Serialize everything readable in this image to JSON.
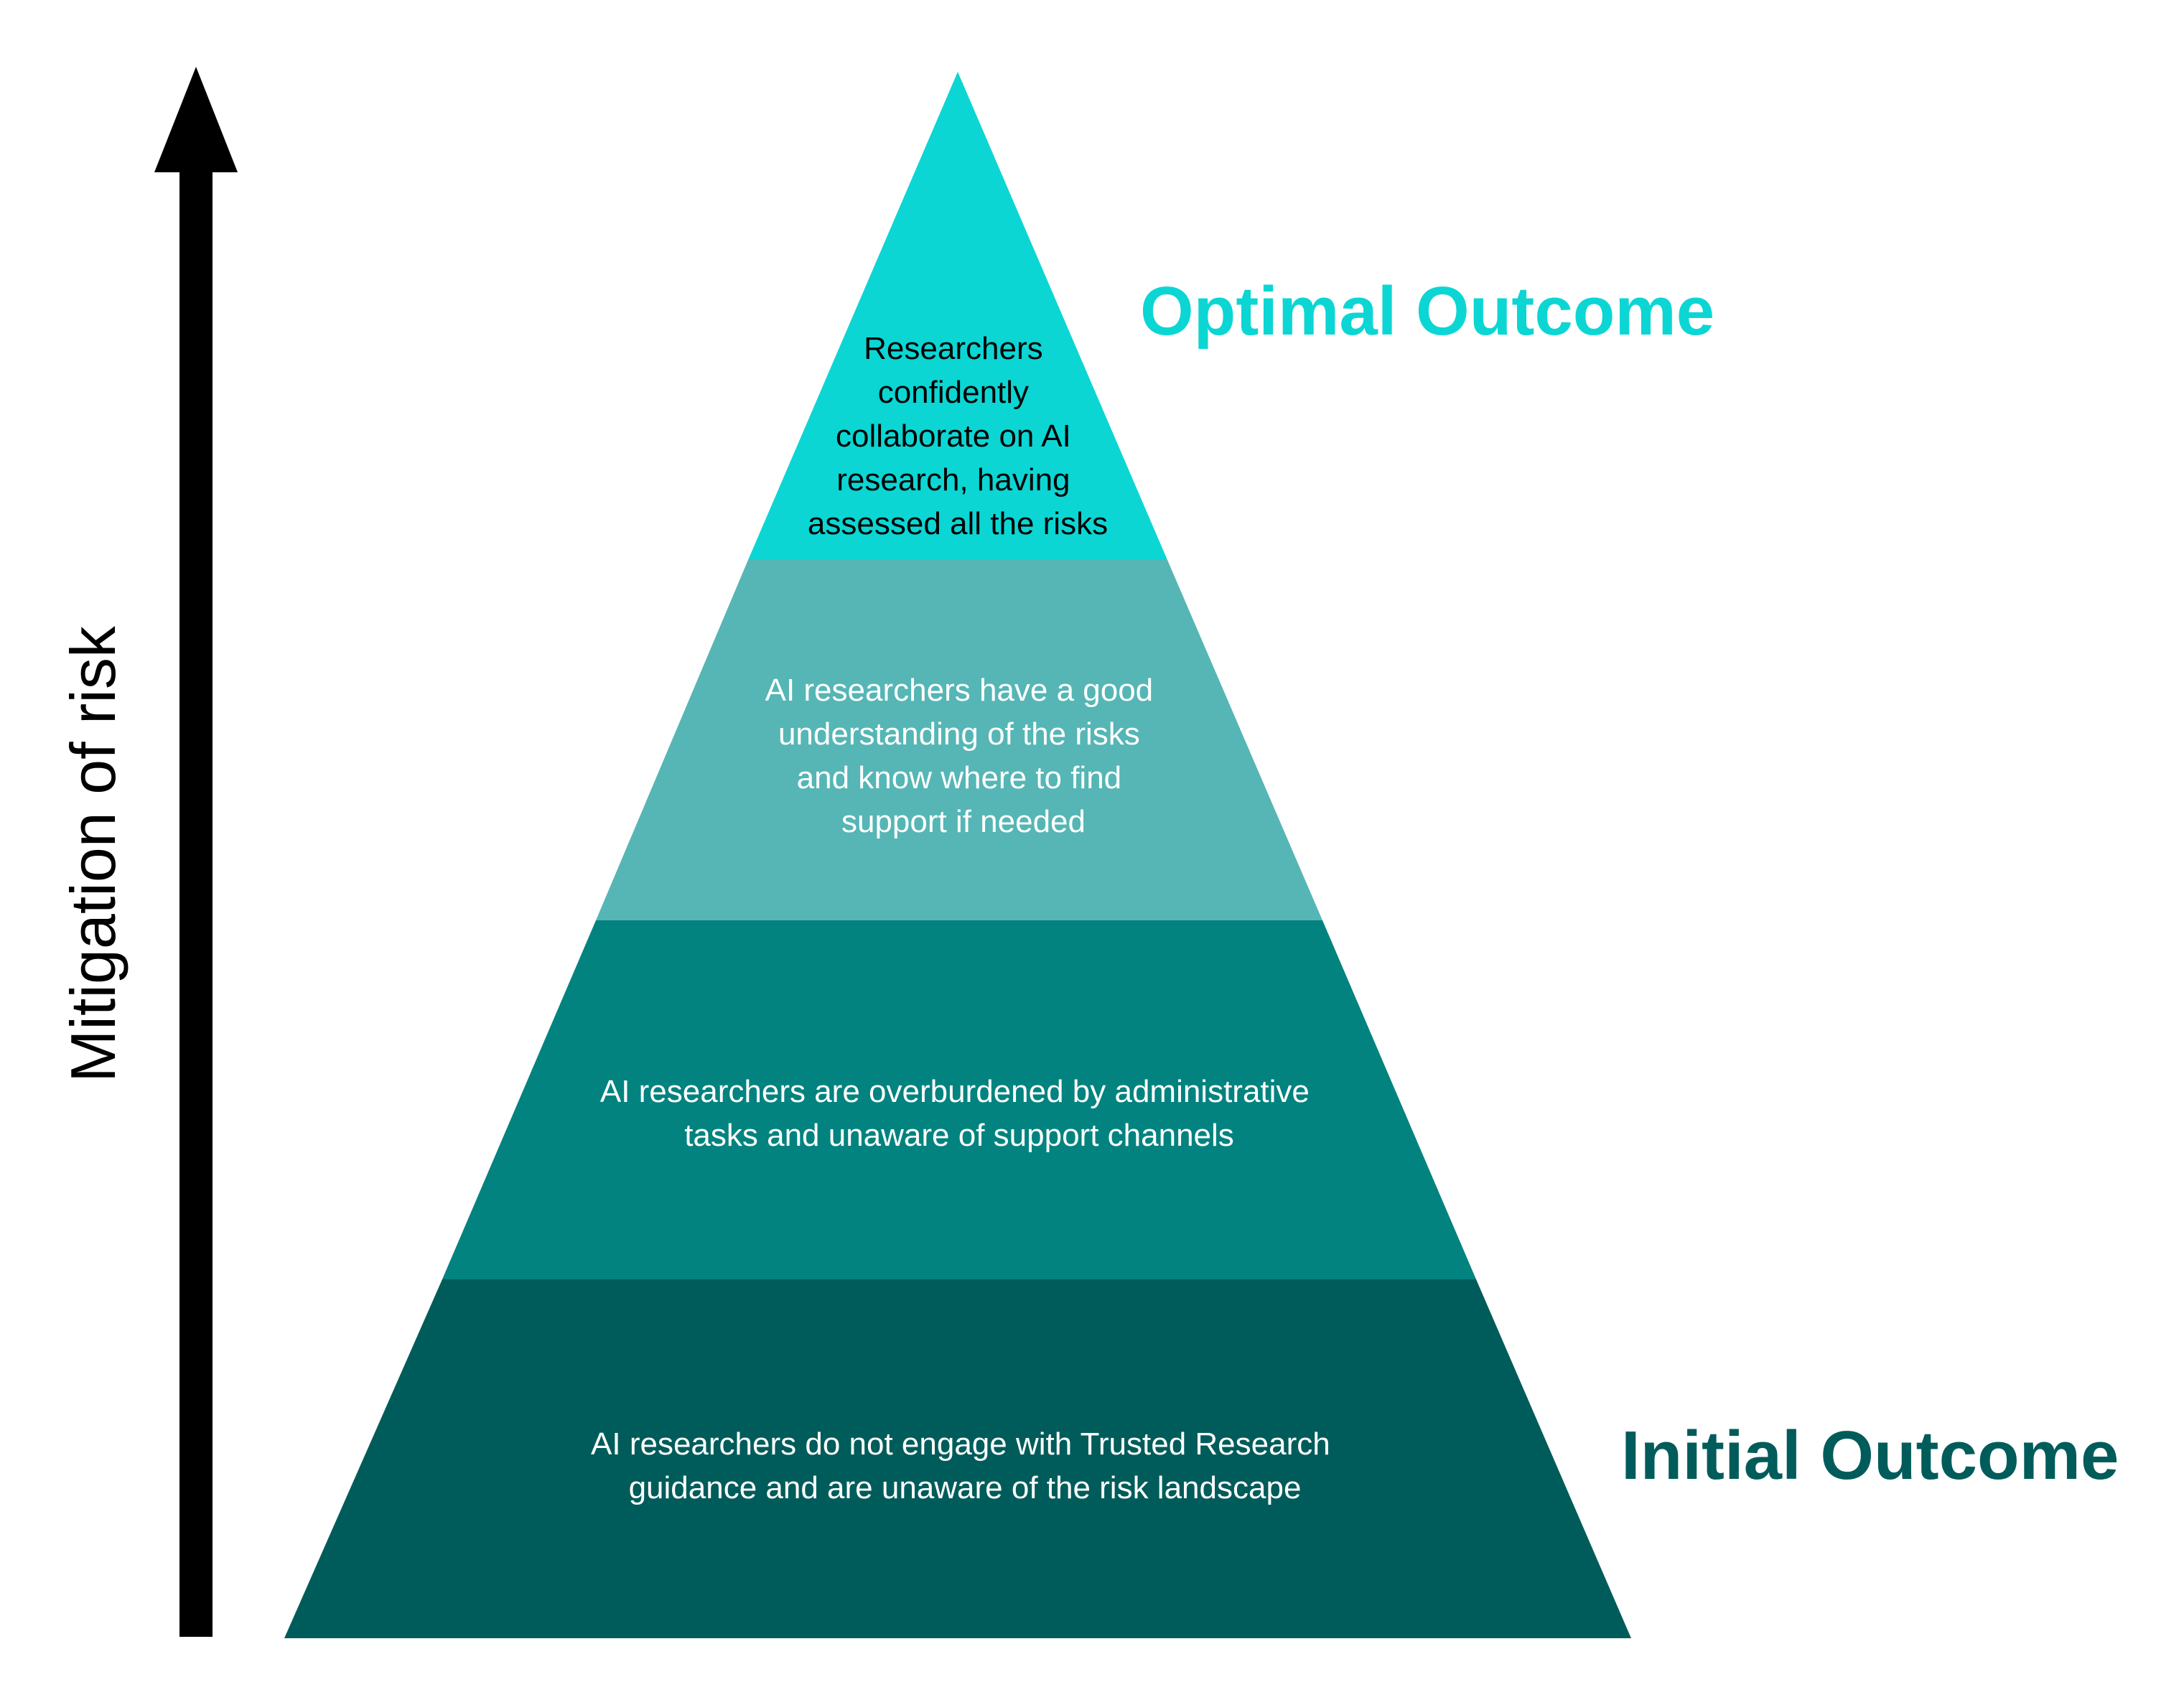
{
  "axis": {
    "label": "Mitigation of risk",
    "color": "#000000"
  },
  "outcomes": {
    "optimal": {
      "label": "Optimal Outcome",
      "color": "#0bd6d4"
    },
    "initial": {
      "label": "Initial Outcome",
      "color": "#005c5a"
    }
  },
  "tiers": [
    {
      "level": 4,
      "color": "#0bd6d4",
      "text_color": "#000000",
      "lines": [
        "Researchers",
        "confidently",
        "collaborate on AI",
        "research, having",
        "assessed all the risks"
      ]
    },
    {
      "level": 3,
      "color": "#55b6b5",
      "text_color": "#ffffff",
      "lines": [
        "AI researchers have a good",
        "understanding of the risks",
        "and know where to find",
        "support if needed"
      ]
    },
    {
      "level": 2,
      "color": "#02837f",
      "text_color": "#ffffff",
      "lines": [
        "AI researchers are overburdened by administrative",
        "tasks and unaware of support channels"
      ]
    },
    {
      "level": 1,
      "color": "#005c5a",
      "text_color": "#ffffff",
      "lines": [
        "AI researchers do not engage with Trusted Research",
        "guidance and are unaware of the risk landscape"
      ]
    }
  ]
}
